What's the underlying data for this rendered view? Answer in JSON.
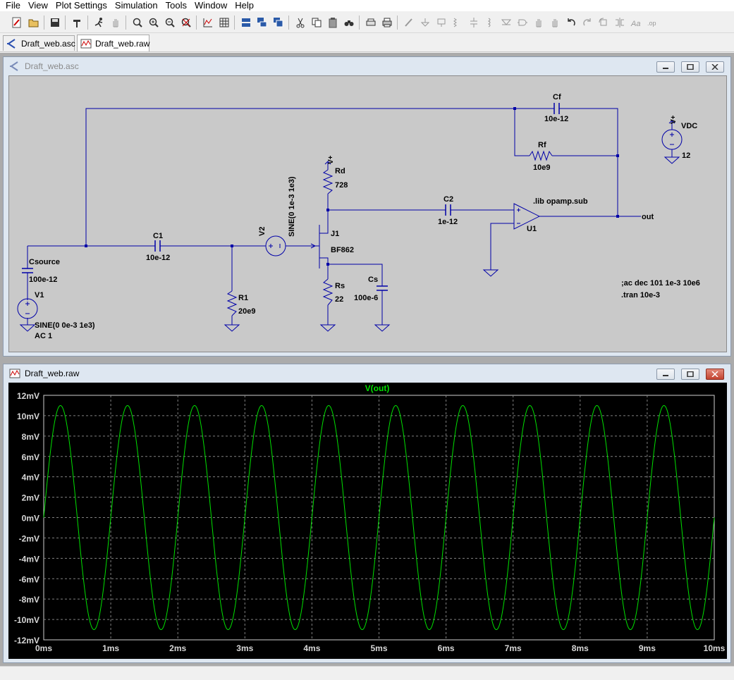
{
  "menu": [
    "File",
    "View",
    "Plot Settings",
    "Simulation",
    "Tools",
    "Window",
    "Help"
  ],
  "tabs": [
    {
      "label": "Draft_web.asc",
      "icon": "schematic-icon"
    },
    {
      "label": "Draft_web.raw",
      "icon": "waveform-icon"
    }
  ],
  "schematic_window": {
    "title": "Draft_web.asc"
  },
  "plot_window": {
    "title": "Draft_web.raw"
  },
  "schematic": {
    "components": {
      "cf": {
        "name": "Cf",
        "value": "10e-12"
      },
      "rf": {
        "name": "Rf",
        "value": "10e9"
      },
      "vdc": {
        "name": "VDC",
        "value": "12",
        "net": "V+"
      },
      "rd": {
        "name": "Rd",
        "value": "728",
        "net": "V+"
      },
      "v2": {
        "name": "V2",
        "value": "SINE(0 1e-3 1e3)"
      },
      "j1": {
        "name": "J1",
        "value": "BF862"
      },
      "c2": {
        "name": "C2",
        "value": "1e-12"
      },
      "c1": {
        "name": "C1",
        "value": "10e-12"
      },
      "csource": {
        "name": "Csource",
        "value": "100e-12"
      },
      "v1": {
        "name": "V1",
        "value": "SINE(0 0e-3 1e3)",
        "ac": "AC 1"
      },
      "r1": {
        "name": "R1",
        "value": "20e9"
      },
      "rs": {
        "name": "Rs",
        "value": "22"
      },
      "cs": {
        "name": "Cs",
        "value": "100e-6"
      },
      "u1": {
        "name": "U1"
      }
    },
    "lib_directive": ".lib opamp.sub",
    "out_label": "out",
    "sim_ac": ";ac dec 101 1e-3 10e6",
    "sim_tran": ".tran 10e-3"
  },
  "chart_data": {
    "type": "line",
    "title": "V(out)",
    "xlabel": "",
    "ylabel": "",
    "xlim": [
      0,
      10
    ],
    "ylim": [
      -12,
      12
    ],
    "x_unit": "ms",
    "y_unit": "mV",
    "x_ticks": [
      "0ms",
      "1ms",
      "2ms",
      "3ms",
      "4ms",
      "5ms",
      "6ms",
      "7ms",
      "8ms",
      "9ms",
      "10ms"
    ],
    "y_ticks": [
      "12mV",
      "10mV",
      "8mV",
      "6mV",
      "4mV",
      "2mV",
      "0mV",
      "-2mV",
      "-4mV",
      "-6mV",
      "-8mV",
      "-10mV",
      "-12mV"
    ],
    "grid": true,
    "series": [
      {
        "name": "V(out)",
        "color": "#00e000",
        "waveform": "sine",
        "amplitude": 11,
        "frequency_khz": 1,
        "phase_deg": 0
      }
    ]
  },
  "colors": {
    "wire": "#0000a8",
    "plot_bg": "#000000",
    "grid": "#808080",
    "trace": "#00e000",
    "schematic_bg": "#c9c9c9"
  }
}
